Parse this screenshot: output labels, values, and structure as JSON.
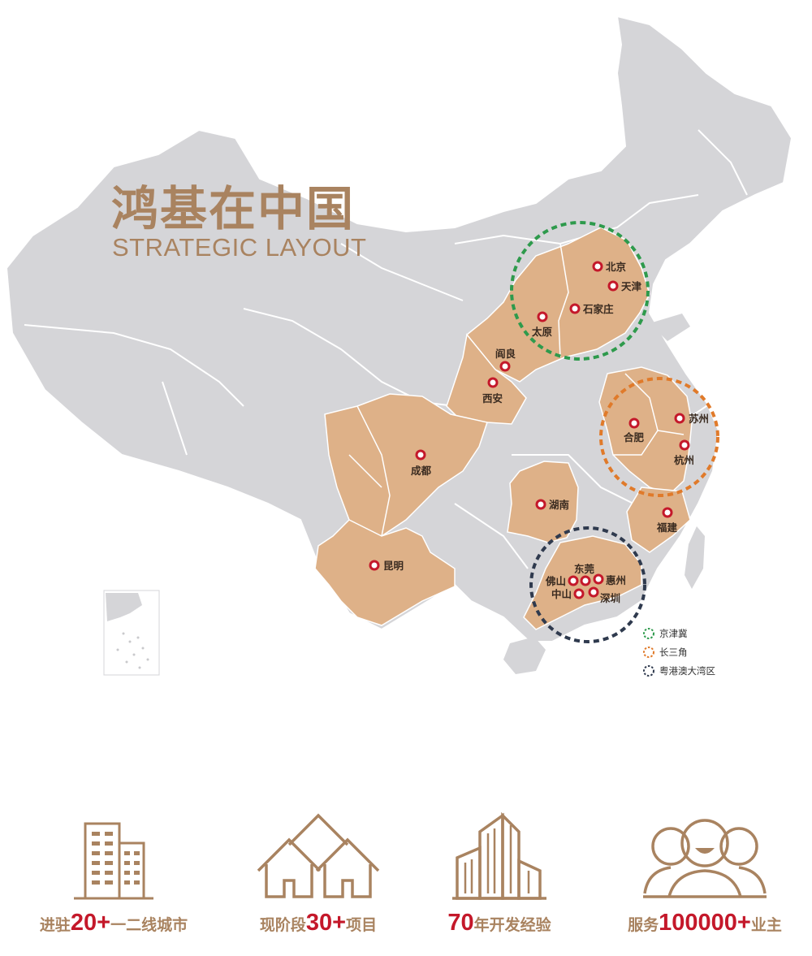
{
  "title": {
    "cn": "鸿基在中国",
    "en": "STRATEGIC LAYOUT"
  },
  "cities": [
    {
      "name": "北京"
    },
    {
      "name": "天津"
    },
    {
      "name": "石家庄"
    },
    {
      "name": "太原"
    },
    {
      "name": "阎良"
    },
    {
      "name": "西安"
    },
    {
      "name": "成都"
    },
    {
      "name": "昆明"
    },
    {
      "name": "湖南"
    },
    {
      "name": "合肥"
    },
    {
      "name": "苏州"
    },
    {
      "name": "杭州"
    },
    {
      "name": "福建"
    },
    {
      "name": "东莞"
    },
    {
      "name": "佛山"
    },
    {
      "name": "惠州"
    },
    {
      "name": "中山"
    },
    {
      "name": "深圳"
    }
  ],
  "legend": [
    {
      "label": "京津冀",
      "color": "#2e9a4c"
    },
    {
      "label": "长三角",
      "color": "#e07a2a"
    },
    {
      "label": "粤港澳大湾区",
      "color": "#2f3a4e"
    }
  ],
  "colors": {
    "land": "#d5d5d8",
    "highlight": "#deb188",
    "brand": "#a98360",
    "accent": "#c4182a"
  },
  "stats": [
    {
      "icon": "buildings-icon",
      "prefix": "进驻",
      "number": "20+",
      "suffix": "一二线城市"
    },
    {
      "icon": "houses-icon",
      "prefix": "现阶段",
      "number": "30+",
      "suffix": "项目"
    },
    {
      "icon": "skyscraper-icon",
      "prefix": "",
      "number": "70",
      "suffix": "年开发经验"
    },
    {
      "icon": "people-icon",
      "prefix": "服务",
      "number": "100000+",
      "suffix": "业主"
    }
  ]
}
